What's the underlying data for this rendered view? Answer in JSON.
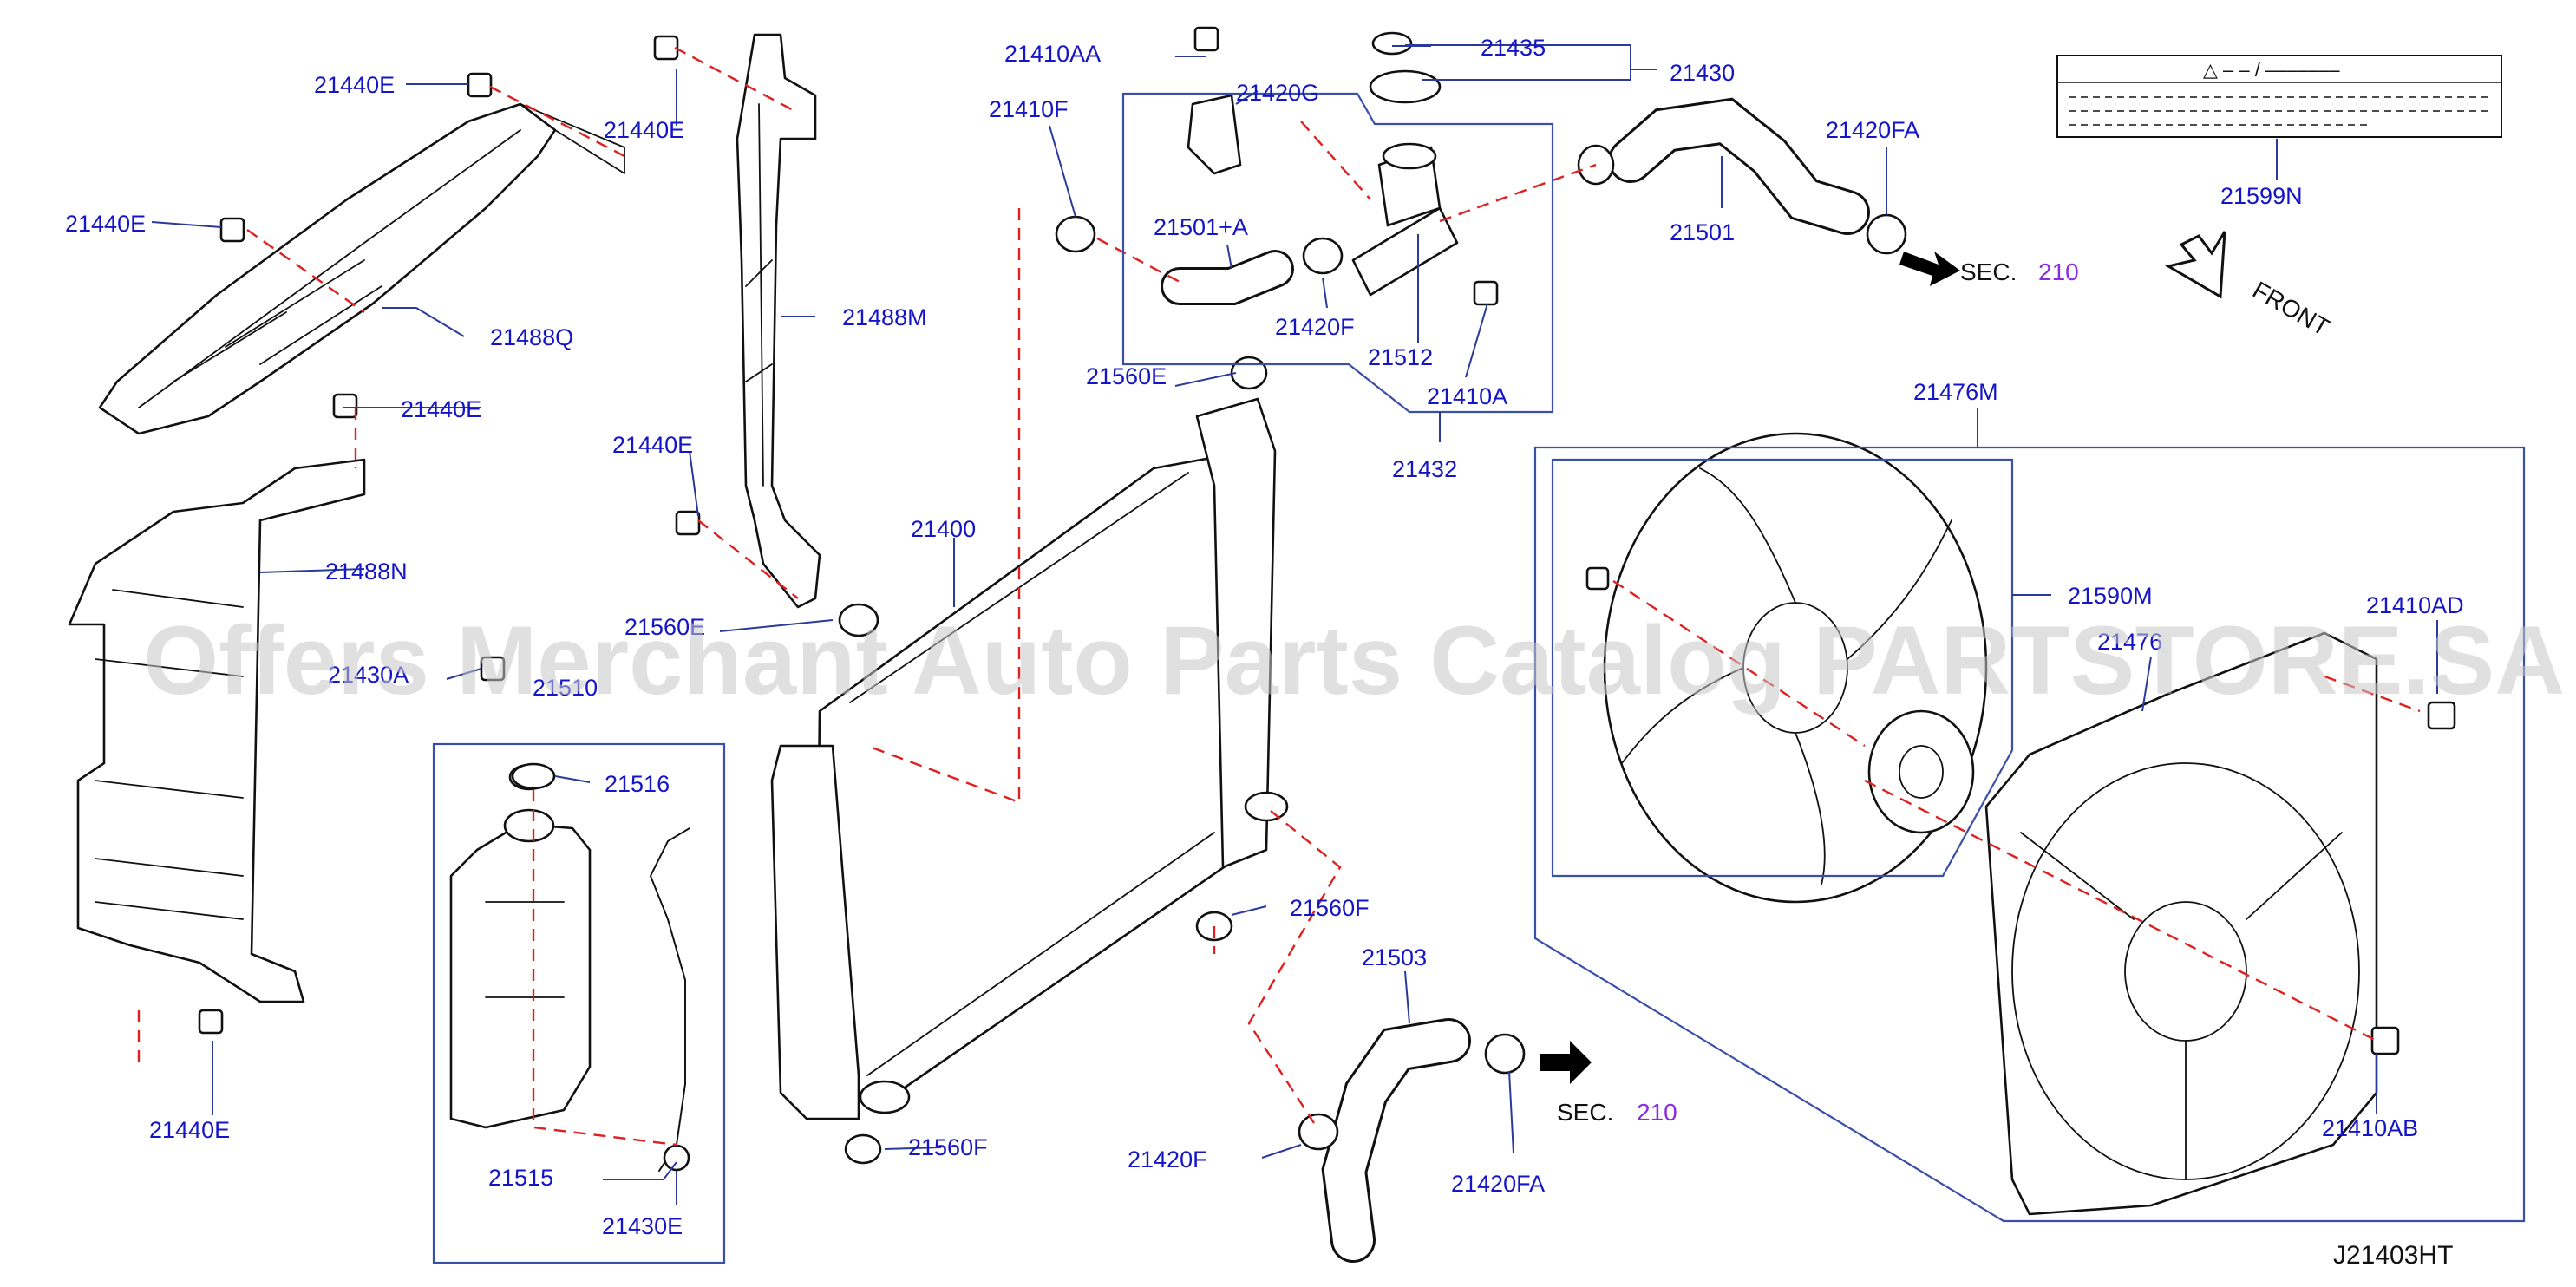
{
  "labels": {
    "l_21440E_a": "21440E",
    "l_21440E_b": "21440E",
    "l_21440E_c": "21440E",
    "l_21440E_d": "21440E",
    "l_21440E_e": "21440E",
    "l_21440E_f": "21440E",
    "l_21488Q": "21488Q",
    "l_21488M": "21488M",
    "l_21488N": "21488N",
    "l_21410AA": "21410AA",
    "l_21420G": "21420G",
    "l_21435": "21435",
    "l_21430": "21430",
    "l_21410F": "21410F",
    "l_21501A": "21501+A",
    "l_21420F_top": "21420F",
    "l_21512": "21512",
    "l_21410A": "21410A",
    "l_21432": "21432",
    "l_21501": "21501",
    "l_21420FA_top": "21420FA",
    "l_21599N": "21599N",
    "l_21560E_top": "21560E",
    "l_21400": "21400",
    "l_21560E_mid": "21560E",
    "l_21430A": "21430A",
    "l_21510": "21510",
    "l_21516": "21516",
    "l_21515": "21515",
    "l_21430E": "21430E",
    "l_21560F_mid": "21560F",
    "l_21560F_bot": "21560F",
    "l_21503": "21503",
    "l_21420F_bot": "21420F",
    "l_21420FA_bot": "21420FA",
    "l_21476M": "21476M",
    "l_21590M": "21590M",
    "l_21410AD": "21410AD",
    "l_21476": "21476",
    "l_21410AB": "21410AB"
  },
  "sec_text": {
    "sec_top_prefix": "SEC.",
    "sec_top_num": "210",
    "sec_bot_prefix": "SEC.",
    "sec_bot_num": "210"
  },
  "front_label": "FRONT",
  "caution_label": {
    "header": "△ – – / –––––––"
  },
  "diagram_code": "J21403HT",
  "watermark": "Offers Merchant Auto Parts Catalog PARTSTORE.SA",
  "colors": {
    "label_blue": "#1515c8",
    "dashed_red": "#e02020",
    "sec_number": "#8a2be2",
    "outline": "#111111"
  }
}
